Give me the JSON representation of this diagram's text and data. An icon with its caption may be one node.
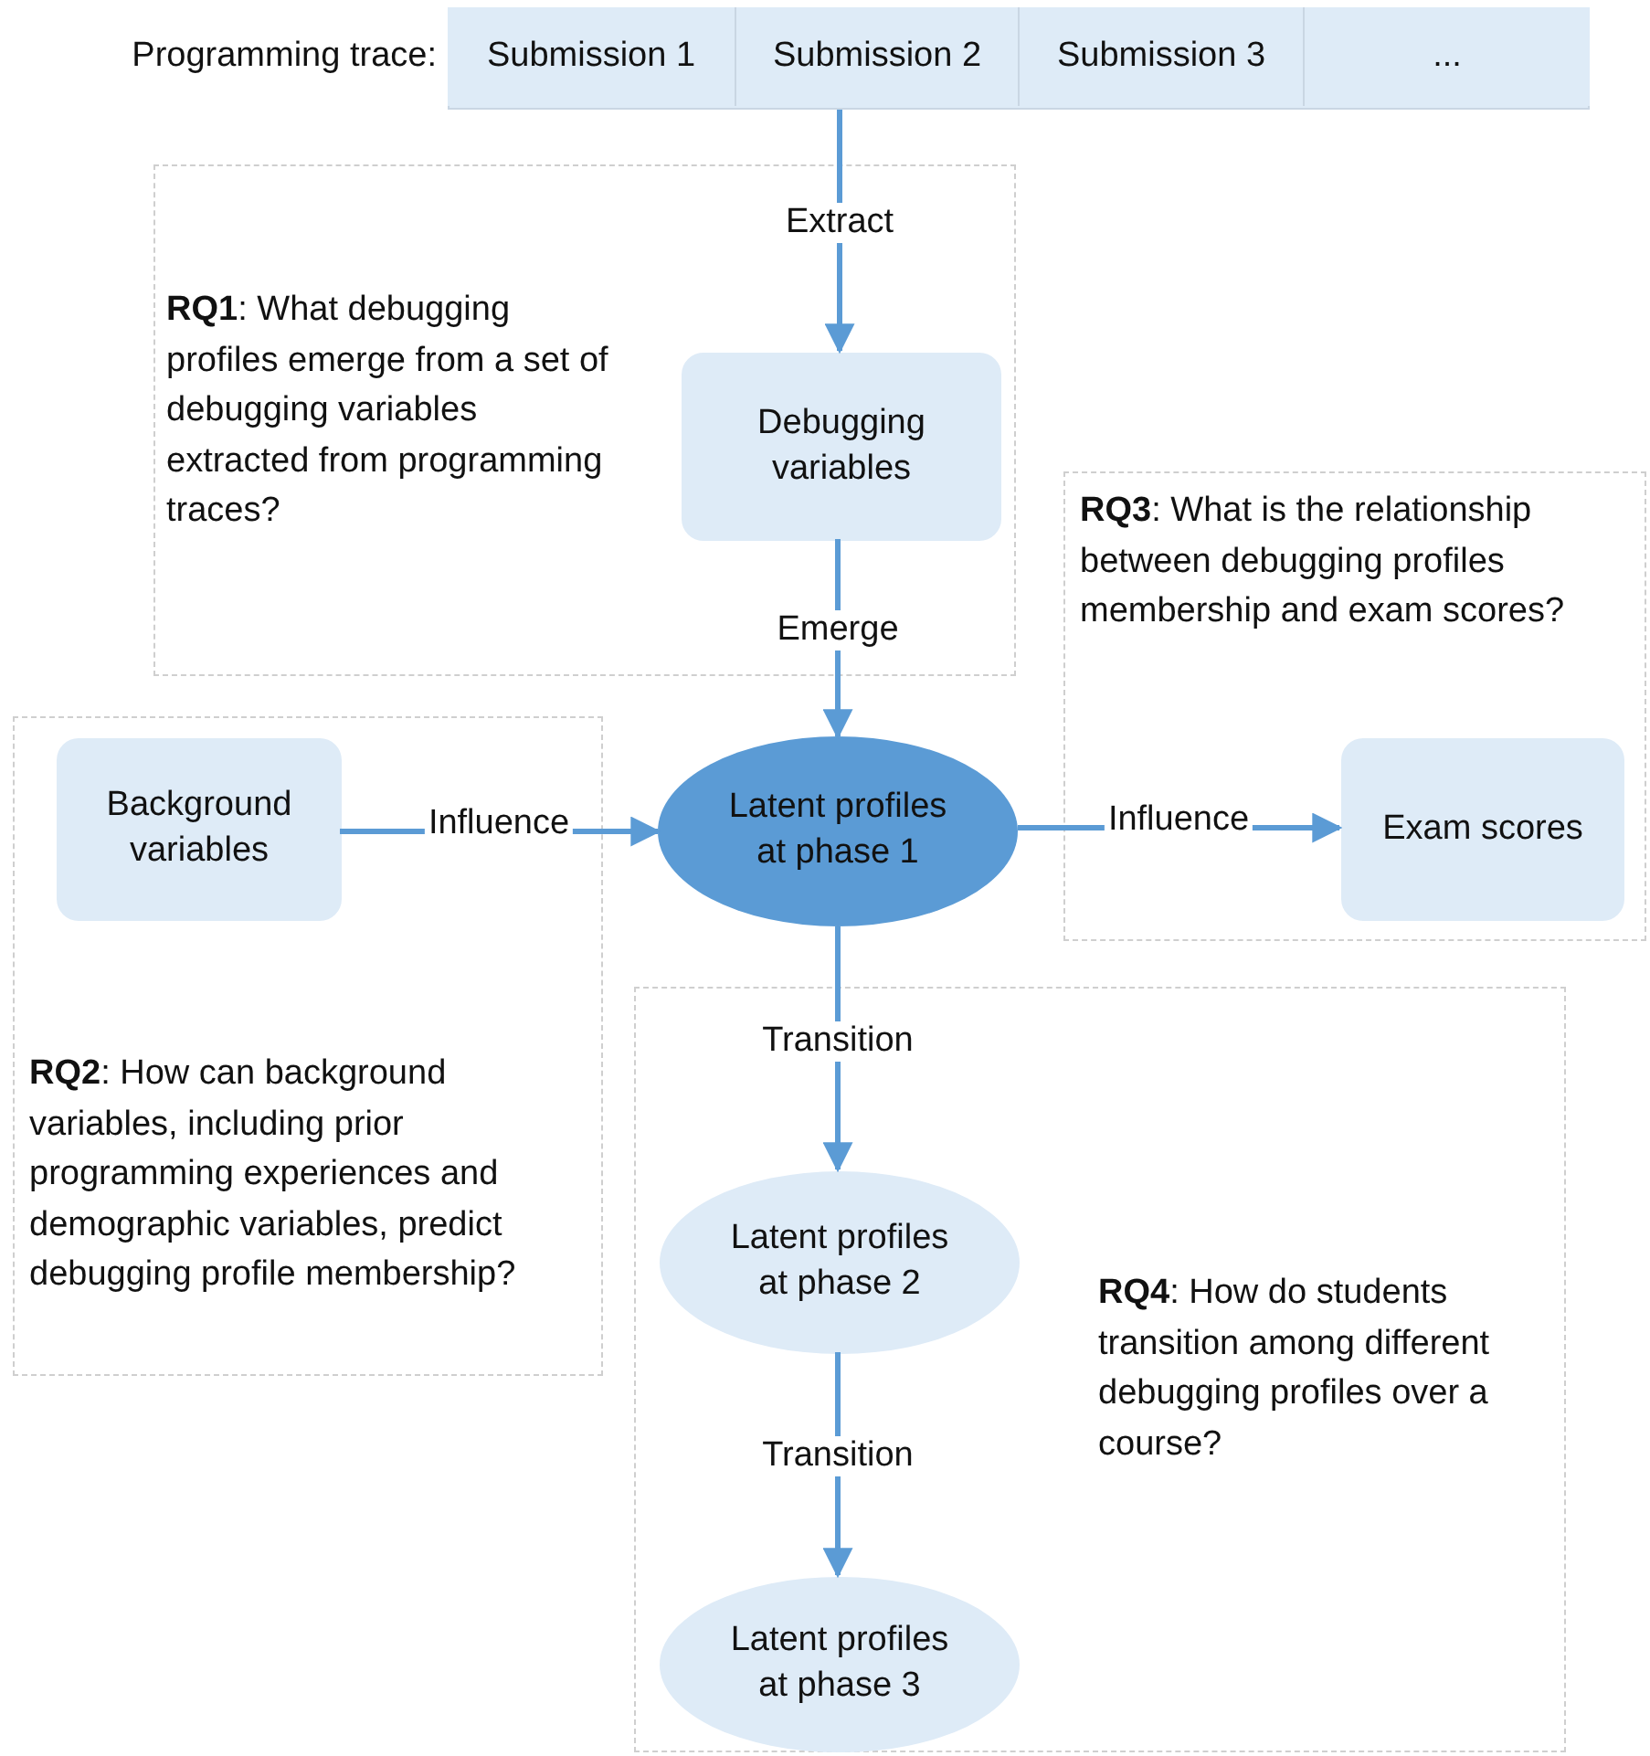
{
  "diagram": {
    "nodes": [
      {
        "text": [],
        "shape": "bar",
        "beside": [
          "Programming trace:"
        ]
      },
      {
        "text": [
          "Submission 1"
        ],
        "in": 0
      },
      {
        "text": [
          "Submission 2"
        ],
        "in": 0
      },
      {
        "text": [
          "Submission 3"
        ],
        "in": 0
      },
      {
        "text": [
          "..."
        ],
        "in": 0
      },
      {
        "text": [
          "**RQ1**: What debugging profiles emerge from a set of debugging variables extracted from programming traces?"
        ]
      },
      {
        "text": [
          "Debugging variables"
        ],
        "in": 5
      },
      {
        "text": [
          "**RQ3**: What is the relationship between debugging profiles membership and exam scores?"
        ]
      },
      {
        "text": [
          "**RQ2**: How can background variables, including prior programming experiences and demographic variables, predict debugging profile membership?"
        ]
      },
      {
        "text": [
          "Background variables"
        ],
        "in": 8
      },
      {
        "text": [
          "Latent profiles at phase 1"
        ]
      },
      {
        "text": [
          "Exam scores"
        ],
        "in": 7
      },
      {
        "text": [
          "**RQ4**: How do students transition among different debugging profiles over a course?"
        ]
      },
      {
        "text": [
          "Latent profiles at phase 2"
        ],
        "in": 12
      },
      {
        "text": [
          "Latent profiles at phase 3"
        ],
        "in": 12
      }
    ],
    "edges": [
      {
        "from": 2,
        "to": 6,
        "arrow": "to",
        "label": "Extract"
      },
      {
        "from": 6,
        "to": 10,
        "arrow": "to",
        "label": "Emerge"
      },
      {
        "from": 9,
        "to": 10,
        "arrow": "to",
        "label": "Influence"
      },
      {
        "from": 10,
        "to": 11,
        "arrow": "to",
        "label": "Influence"
      },
      {
        "from": 10,
        "to": 13,
        "arrow": "to",
        "label": "Transition"
      },
      {
        "from": 13,
        "to": 14,
        "arrow": "to",
        "label": "Transition"
      }
    ]
  }
}
